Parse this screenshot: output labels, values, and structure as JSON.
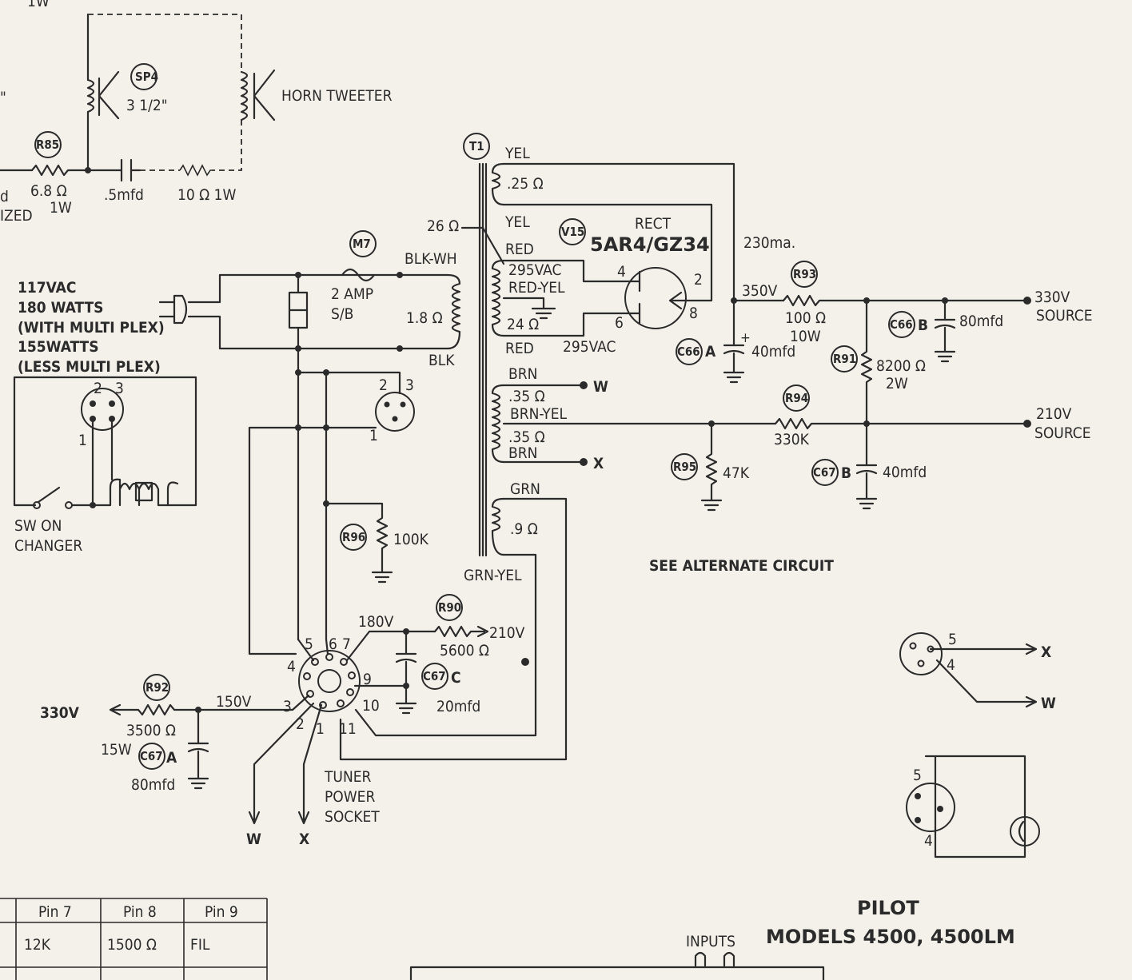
{
  "refs": {
    "sp4": "SP4",
    "r85": "R85",
    "t1": "T1",
    "m7": "M7",
    "v15": "V15",
    "r93": "R93",
    "c66b": "C66",
    "c66a": "C66",
    "r91": "R91",
    "r94": "R94",
    "r95": "R95",
    "c67b": "C67",
    "r96": "R96",
    "r90": "R90",
    "c67c": "C67",
    "r92": "R92",
    "c67a": "C67"
  },
  "speaker": {
    "top_label": "1W",
    "sp4_size": "3 1/2\"",
    "horn": "HORN TWEETER",
    "r85_value": "6.8 Ω",
    "r85_watt": "1W",
    "cap": ".5mfd",
    "res": "10 Ω 1W",
    "left_inch": "\"",
    "left_d": "d",
    "left_ized": "IZED"
  },
  "power_input": {
    "line1": "117VAC",
    "line2": "180 WATTS",
    "line3": "(WITH MULTI PLEX)",
    "line4": "155WATTS",
    "line5": "(LESS MULTI PLEX)",
    "fuse": "2 AMP",
    "fuse2": "S/B",
    "sw1": "SW ON",
    "sw2": "CHANGER",
    "pin2": "2",
    "pin3": "3",
    "pin1": "1"
  },
  "transformer": {
    "yel_top": "YEL",
    "r025": ".25 Ω",
    "yel2": "YEL",
    "r26": "26 Ω",
    "red": "RED",
    "v295a": "295VAC",
    "redyel": "RED-YEL",
    "r24": "24 Ω",
    "red2": "RED",
    "v295b": "295VAC",
    "blkwh": "BLK-WH",
    "r18": "1.8 Ω",
    "blk": "BLK",
    "brn": "BRN",
    "r035a": ".35 Ω",
    "brnyel": "BRN-YEL",
    "r035b": ".35 Ω",
    "brn2": "BRN",
    "w": "W",
    "x": "X",
    "grn": "GRN",
    "r09": ".9 Ω",
    "grnyel": "GRN-YEL"
  },
  "rectifier": {
    "rect": "RECT",
    "tube": "5AR4/GZ34",
    "pin4": "4",
    "pin6": "6",
    "pin2": "2",
    "pin8": "8",
    "ma": "230ma.",
    "v350": "350V"
  },
  "filter": {
    "r93_value": "100 Ω",
    "r93_watt": "10W",
    "c66a_suffix": "A",
    "c66a_value": "40mfd",
    "c66b_suffix": "B",
    "c66b_value": "80mfd",
    "src330": "330V",
    "src330b": "SOURCE",
    "r91_value": "8200 Ω",
    "r91_watt": "2W",
    "r94_value": "330K",
    "src210": "210V",
    "src210b": "SOURCE",
    "r95_value": "47K",
    "c67b_suffix": "B",
    "c67b_value": "40mfd",
    "alt": "SEE ALTERNATE CIRCUIT"
  },
  "tuner": {
    "r96_value": "100K",
    "v180": "180V",
    "r90_value": "5600 Ω",
    "v210": "210V",
    "c67c_suffix": "C",
    "c67c_value": "20mfd",
    "v330": "330V",
    "r92_value": "3500 Ω",
    "r92_watt": "15W",
    "v150": "150V",
    "c67a_suffix": "A",
    "c67a_value": "80mfd",
    "p1": "1",
    "p2": "2",
    "p3": "3",
    "p4": "4",
    "p5": "5",
    "p6": "6",
    "p7": "7",
    "p9": "9",
    "p10": "10",
    "p11": "11",
    "sock1": "TUNER",
    "sock2": "POWER",
    "sock3": "SOCKET",
    "w": "W",
    "x": "X",
    "s2": "2",
    "s3": "3",
    "s1": "1"
  },
  "alternate": {
    "p5": "5",
    "p4": "4",
    "x": "X",
    "w": "W",
    "q5": "5",
    "q4": "4"
  },
  "table": {
    "headers": [
      "Pin 7",
      "Pin 8",
      "Pin 9"
    ],
    "row1": [
      "12K",
      "1500 Ω",
      "FIL"
    ]
  },
  "footer": {
    "brand": "PILOT",
    "models": "MODELS 4500, 4500LM",
    "inputs": "INPUTS"
  }
}
